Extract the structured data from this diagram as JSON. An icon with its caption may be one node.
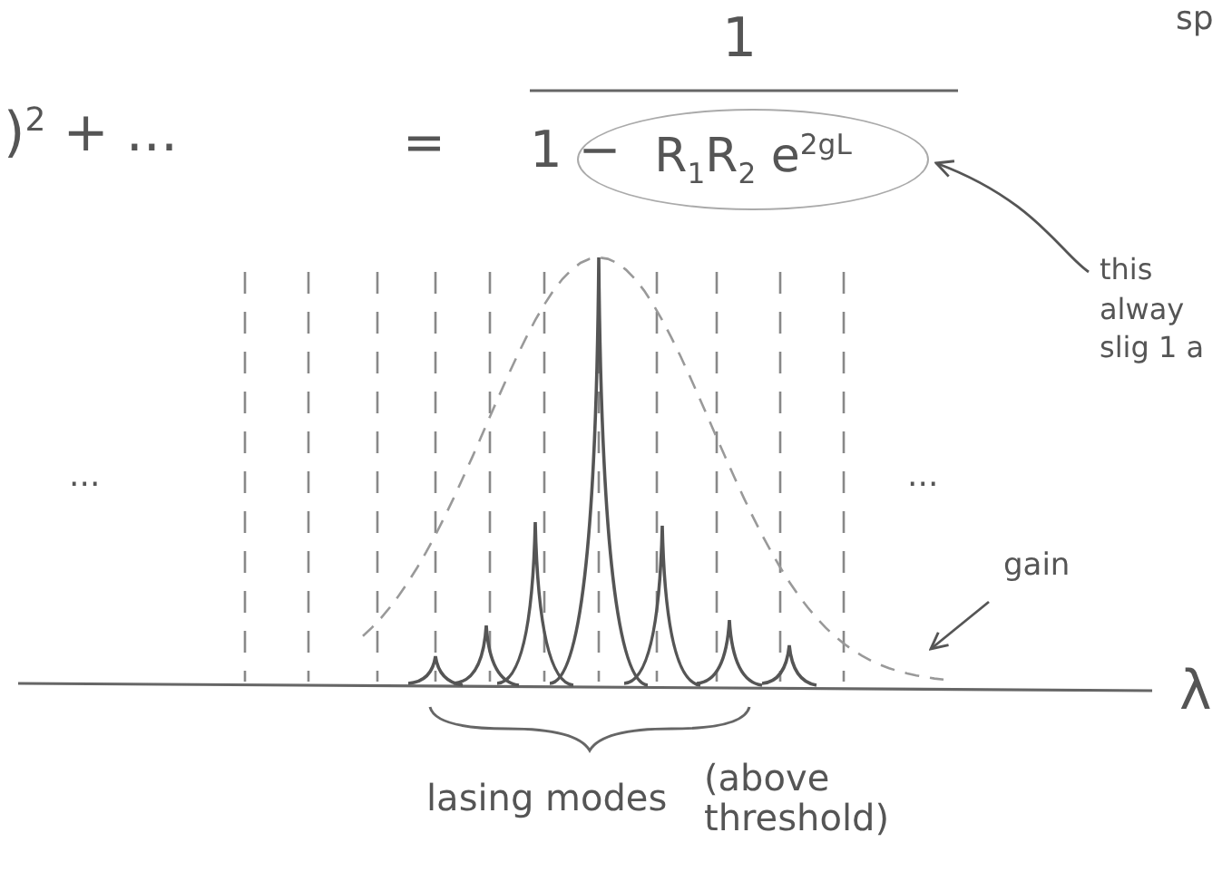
{
  "diagram": {
    "nodes": [
      {
        "text": [
          "R$_{1}$R$_{2}$ e$^{2gL}$"
        ]
      },
      {
        "text": [
          "this alway slig 1 a"
        ]
      },
      {
        "text": [
          "gain"
        ]
      },
      {
        "text": [],
        "shape": "curve"
      }
    ],
    "edges": [
      {
        "from": 1,
        "to": 0,
        "arrow": "to"
      },
      {
        "from": 2,
        "to": 3,
        "arrow": "to"
      }
    ],
    "labels": [
      "sp",
      ")$^{2}$ + ...",
      "=",
      "1",
      "1 −",
      "...",
      "...",
      "λ",
      "lasing modes",
      "(above threshold)"
    ]
  }
}
